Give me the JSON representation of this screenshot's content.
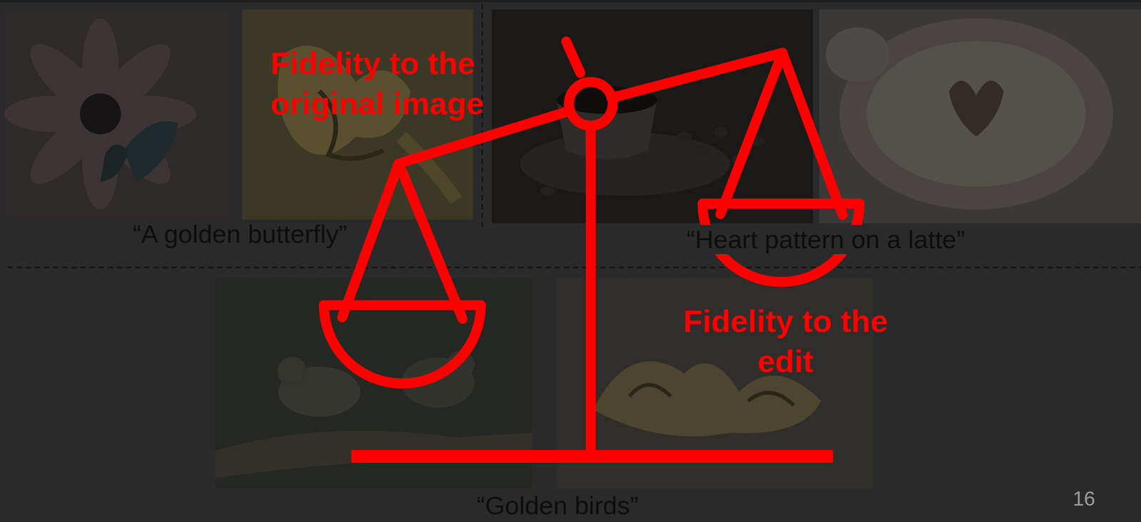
{
  "diagram": {
    "labels": [
      "“A golden butterfly”",
      "“Heart pattern on a latte”",
      "“Golden birds”",
      "Fidelity to the original image",
      "Fidelity to the edit",
      "16"
    ]
  }
}
